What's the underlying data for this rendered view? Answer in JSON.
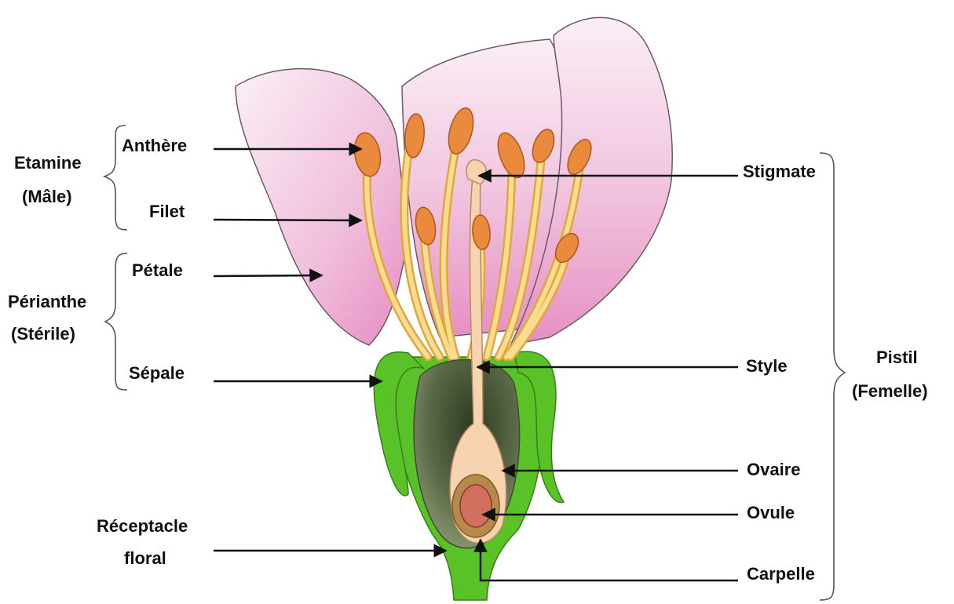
{
  "labels": {
    "anthere": "Anthère",
    "filet": "Filet",
    "petale": "Pétale",
    "sepale": "Sépale",
    "receptacle_line1": "Réceptacle",
    "receptacle_line2": "floral",
    "stigmate": "Stigmate",
    "style": "Style",
    "ovaire": "Ovaire",
    "ovule": "Ovule",
    "carpelle": "Carpelle"
  },
  "groups": {
    "etamine_line1": "Etamine",
    "etamine_line2": "(Mâle)",
    "perianthe_line1": "Périanthe",
    "perianthe_line2": "(Stérile)",
    "pistil_line1": "Pistil",
    "pistil_line2": "(Femelle)"
  },
  "colors": {
    "petal_light": "#f7e3f0",
    "petal_pink": "#e9a4cc",
    "petal_outline": "#6a5a66",
    "anther": "#e98a3c",
    "filament": "#f2c86a",
    "sepal": "#58c227",
    "ovary_dark": "#3f4a32",
    "style": "#f8d3b0",
    "ovule": "#d0705e",
    "arrow": "#111111"
  }
}
